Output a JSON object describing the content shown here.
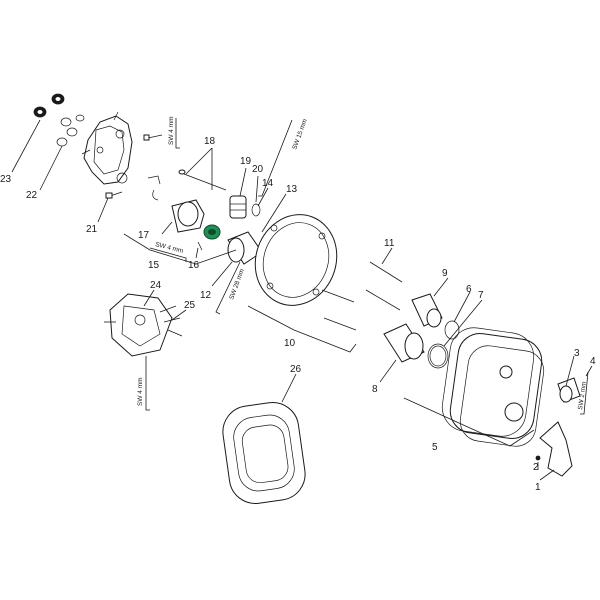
{
  "diagram": {
    "part_labels": [
      "1",
      "2",
      "3",
      "4",
      "5",
      "6",
      "7",
      "8",
      "9",
      "10",
      "11",
      "12",
      "13",
      "14",
      "15",
      "16",
      "17",
      "18",
      "19",
      "20",
      "21",
      "22",
      "23",
      "24",
      "25",
      "26"
    ],
    "tool_labels": {
      "sw4_a": "SW 4 mm",
      "sw15": "SW 15 mm",
      "sw4_b": "SW 4 mm",
      "sw28": "SW 28 mm",
      "sw4_c": "SW 4 mm",
      "sw2": "SW 2 mm"
    },
    "colors": {
      "line": "#1a1a1a",
      "highlight_part": "#1f8f55",
      "background": "#ffffff"
    }
  }
}
